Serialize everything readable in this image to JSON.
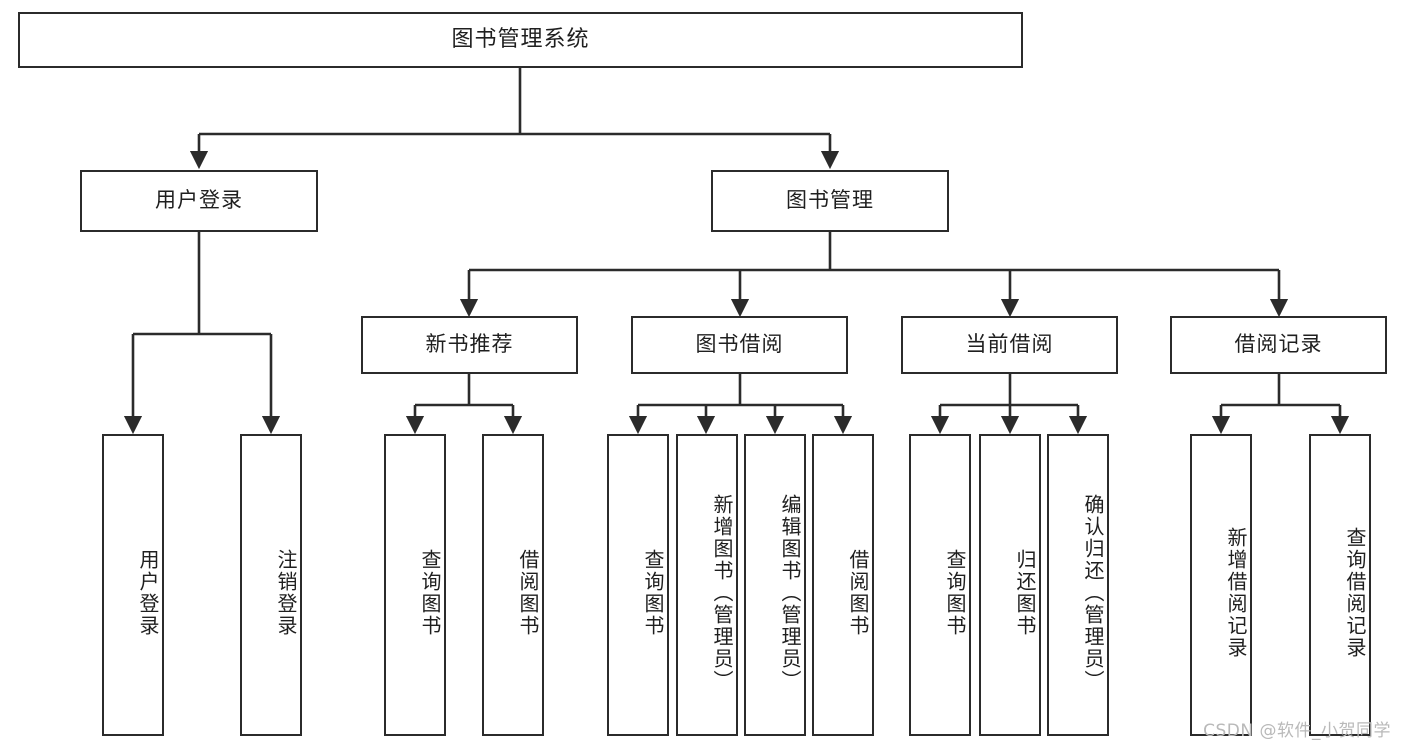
{
  "diagram": {
    "title": "图书管理系统",
    "type": "hierarchy-tree",
    "background_color": "#ffffff",
    "node_border_color": "#2b2b2b",
    "node_fill_color": "#ffffff",
    "edge_color": "#2b2b2b",
    "watermark": "CSDN @软件_小贺同学",
    "levels": [
      {
        "level": 0,
        "nodes": [
          {
            "id": "root",
            "label": "图书管理系统",
            "orientation": "horizontal"
          }
        ]
      },
      {
        "level": 1,
        "nodes": [
          {
            "id": "login",
            "label": "用户登录",
            "orientation": "horizontal",
            "parent": "root"
          },
          {
            "id": "bookmgmt",
            "label": "图书管理",
            "orientation": "horizontal",
            "parent": "root"
          }
        ]
      },
      {
        "level": 2,
        "nodes": [
          {
            "id": "newbook",
            "label": "新书推荐",
            "orientation": "horizontal",
            "parent": "bookmgmt"
          },
          {
            "id": "borrow",
            "label": "图书借阅",
            "orientation": "horizontal",
            "parent": "bookmgmt"
          },
          {
            "id": "current",
            "label": "当前借阅",
            "orientation": "horizontal",
            "parent": "bookmgmt"
          },
          {
            "id": "records",
            "label": "借阅记录",
            "orientation": "horizontal",
            "parent": "bookmgmt"
          }
        ]
      },
      {
        "level": 3,
        "nodes": [
          {
            "id": "leaf1",
            "label": "用户登录",
            "orientation": "vertical",
            "parent": "login"
          },
          {
            "id": "leaf2",
            "label": "注销登录",
            "orientation": "vertical",
            "parent": "login"
          },
          {
            "id": "leaf3",
            "label": "查询图书",
            "orientation": "vertical",
            "parent": "newbook"
          },
          {
            "id": "leaf4",
            "label": "借阅图书",
            "orientation": "vertical",
            "parent": "newbook"
          },
          {
            "id": "leaf5",
            "label": "查询图书",
            "orientation": "vertical",
            "parent": "borrow"
          },
          {
            "id": "leaf6",
            "label": "新增图书（管理员）",
            "orientation": "vertical",
            "parent": "borrow"
          },
          {
            "id": "leaf7",
            "label": "编辑图书（管理员）",
            "orientation": "vertical",
            "parent": "borrow"
          },
          {
            "id": "leaf8",
            "label": "借阅图书",
            "orientation": "vertical",
            "parent": "borrow"
          },
          {
            "id": "leaf9",
            "label": "查询图书",
            "orientation": "vertical",
            "parent": "current"
          },
          {
            "id": "leaf10",
            "label": "归还图书",
            "orientation": "vertical",
            "parent": "current"
          },
          {
            "id": "leaf11",
            "label": "确认归还（管理员）",
            "orientation": "vertical",
            "parent": "current"
          },
          {
            "id": "leaf12",
            "label": "新增借阅记录",
            "orientation": "vertical",
            "parent": "records"
          },
          {
            "id": "leaf13",
            "label": "查询借阅记录",
            "orientation": "vertical",
            "parent": "records"
          }
        ]
      }
    ]
  }
}
